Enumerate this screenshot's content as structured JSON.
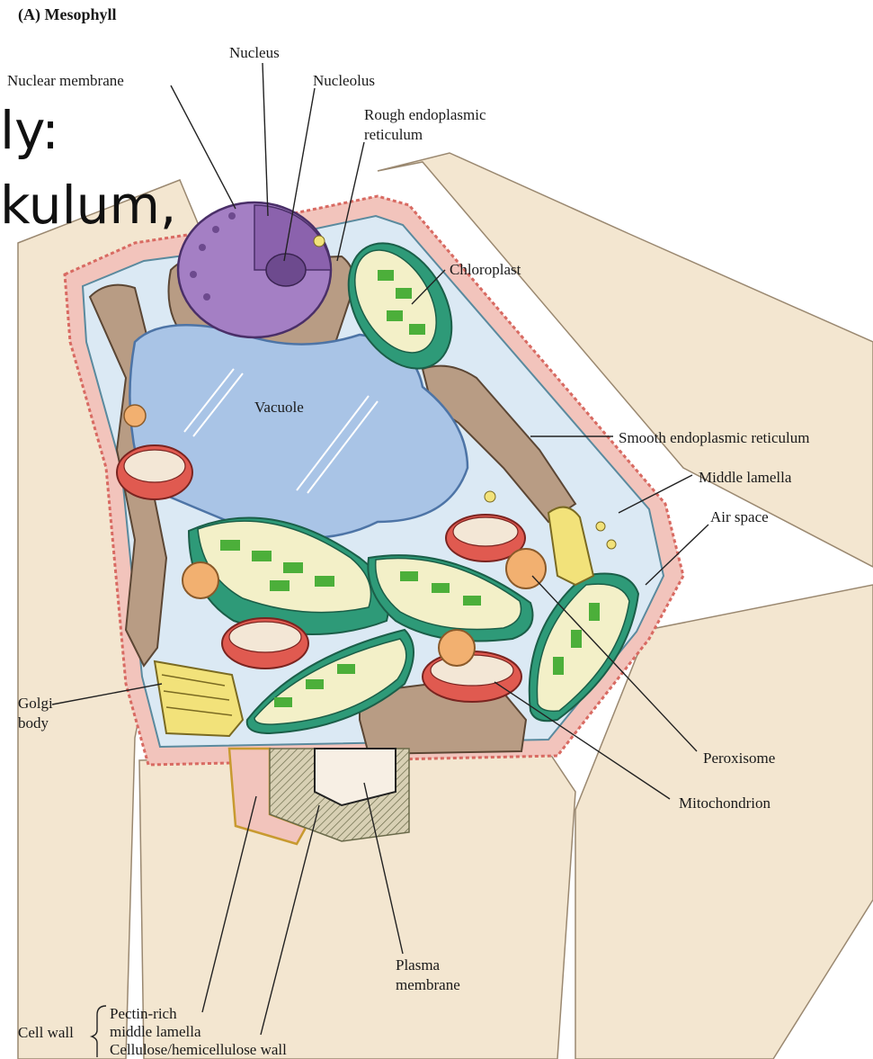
{
  "panel_title": "(A) Mesophyll",
  "overlay_text": {
    "line1": "ly:",
    "line2": "kulum,"
  },
  "labels": {
    "nucleus": "Nucleus",
    "nuclear_membrane": "Nuclear membrane",
    "nucleolus": "Nucleolus",
    "rough_er_line1": "Rough endoplasmic",
    "rough_er_line2": "reticulum",
    "chloroplast": "Chloroplast",
    "vacuole": "Vacuole",
    "smooth_er": "Smooth endoplasmic reticulum",
    "middle_lamella": "Middle lamella",
    "air_space": "Air space",
    "golgi_line1": "Golgi",
    "golgi_line2": "body",
    "peroxisome": "Peroxisome",
    "mitochondrion": "Mitochondrion",
    "plasma_membrane_line1": "Plasma",
    "plasma_membrane_line2": "membrane",
    "cell_wall": "Cell wall",
    "pectin_line1": "Pectin-rich",
    "pectin_line2": "middle lamella",
    "cellulose": "Cellulose/hemicellulose wall"
  },
  "colors": {
    "cell_wall": "#f3e6d0",
    "middle_lamella": "#e8a8a0",
    "cytoplasm": "#dbe9f4",
    "vacuole": "#a9c4e6",
    "nucleus": "#a47fc4",
    "chloroplast_envelope": "#2e9a78",
    "stroma": "#f3f0c8",
    "thylakoid": "#4caf3a",
    "mitochondrion": "#e05a50",
    "er": "#b89c84",
    "golgi": "#f2e27a"
  }
}
